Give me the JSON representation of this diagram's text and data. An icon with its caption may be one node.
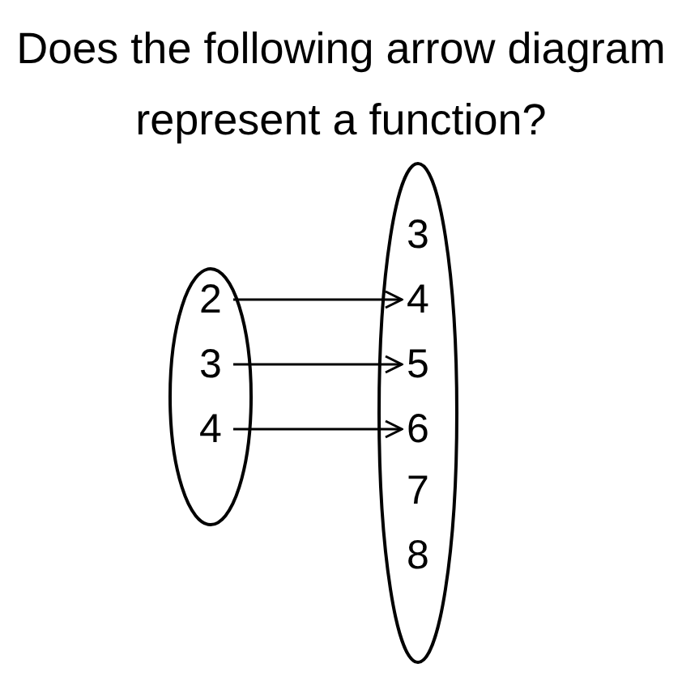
{
  "diagram": {
    "title": "Does the following arrow diagram represent a function?",
    "nodes": [
      {
        "text": [],
        "shape": "ellipse"
      },
      {
        "text": [
          "2"
        ],
        "in": 0
      },
      {
        "text": [
          "3"
        ],
        "in": 0
      },
      {
        "text": [
          "4"
        ],
        "in": 0
      },
      {
        "text": [],
        "shape": "ellipse"
      },
      {
        "text": [
          "3"
        ],
        "in": 4
      },
      {
        "text": [
          "4"
        ],
        "in": 4
      },
      {
        "text": [
          "5"
        ],
        "in": 4
      },
      {
        "text": [
          "6"
        ],
        "in": 4
      },
      {
        "text": [
          "7"
        ],
        "in": 4
      },
      {
        "text": [
          "8"
        ],
        "in": 4
      }
    ],
    "edges": [
      {
        "from": 1,
        "to": 6,
        "arrow": "to"
      },
      {
        "from": 2,
        "to": 7,
        "arrow": "to"
      },
      {
        "from": 3,
        "to": 8,
        "arrow": "to"
      }
    ]
  }
}
